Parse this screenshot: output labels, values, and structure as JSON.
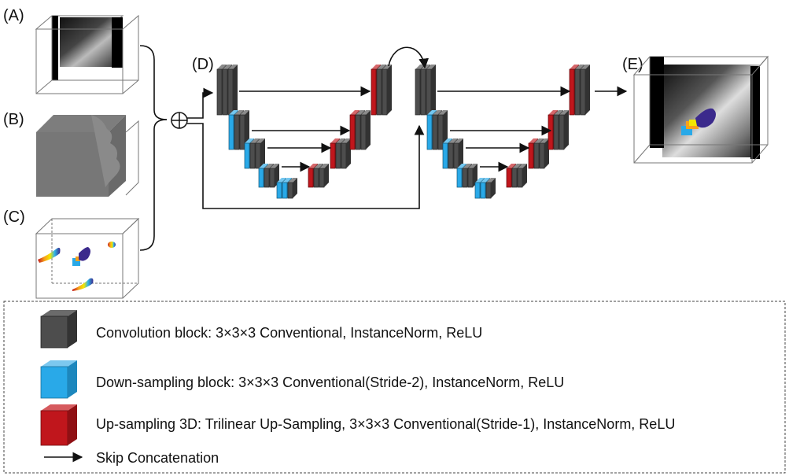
{
  "panels": {
    "a": "(A)",
    "b": "(B)",
    "c": "(C)",
    "d": "(D)",
    "e": "(E)"
  },
  "operator_symbol": "⊕",
  "legend": {
    "convolution": "Convolution block: 3×3×3 Conventional, InstanceNorm, ReLU",
    "downsampling": "Down-sampling block: 3×3×3 Conventional(Stride-2), InstanceNorm, ReLU",
    "upsampling": "Up-sampling 3D: Trilinear Up-Sampling, 3×3×3 Conventional(Stride-1), InstanceNorm, ReLU",
    "skip": "Skip Concatenation"
  },
  "colors": {
    "convolution": "#4d4d4d",
    "downsampling": "#29a9e8",
    "upsampling": "#c0161c",
    "line": "#111111"
  },
  "icons": [
    "cube-volume-icon",
    "arrow-right-icon",
    "plus-circle-icon"
  ]
}
